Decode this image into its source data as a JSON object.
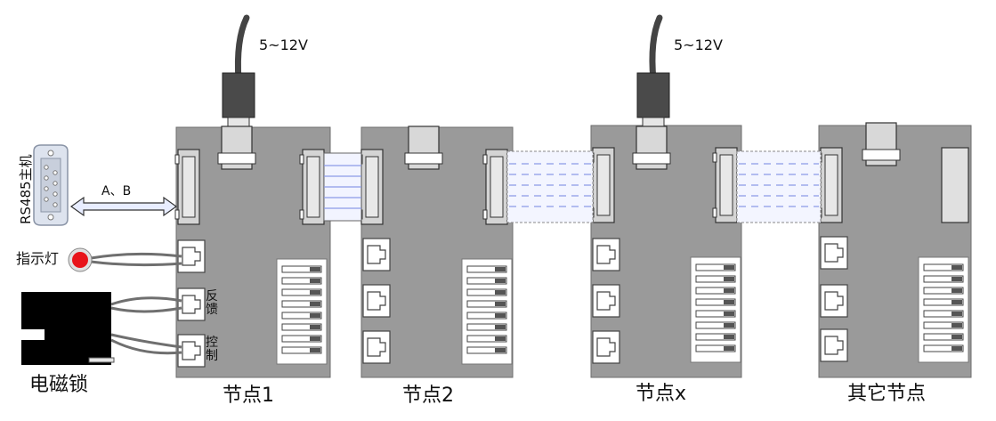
{
  "power": {
    "label_1": "5~12V",
    "label_2": "5~12V"
  },
  "nodes": {
    "node_1": "节点1",
    "node_2": "节点2",
    "node_x": "节点x",
    "node_other": "其它节点"
  },
  "host": {
    "label": "RS485主机",
    "bus_label": "A、B"
  },
  "indicator": {
    "label": "指示灯",
    "led_color": "#e8141a"
  },
  "lock": {
    "label": "电磁锁"
  },
  "ports": {
    "feedback": "反馈",
    "control": "控制"
  },
  "colors": {
    "module": "#9a9a9a",
    "cable": "#6f6f6f",
    "ribbon": "#7f8fe6",
    "plug": "#444444"
  }
}
